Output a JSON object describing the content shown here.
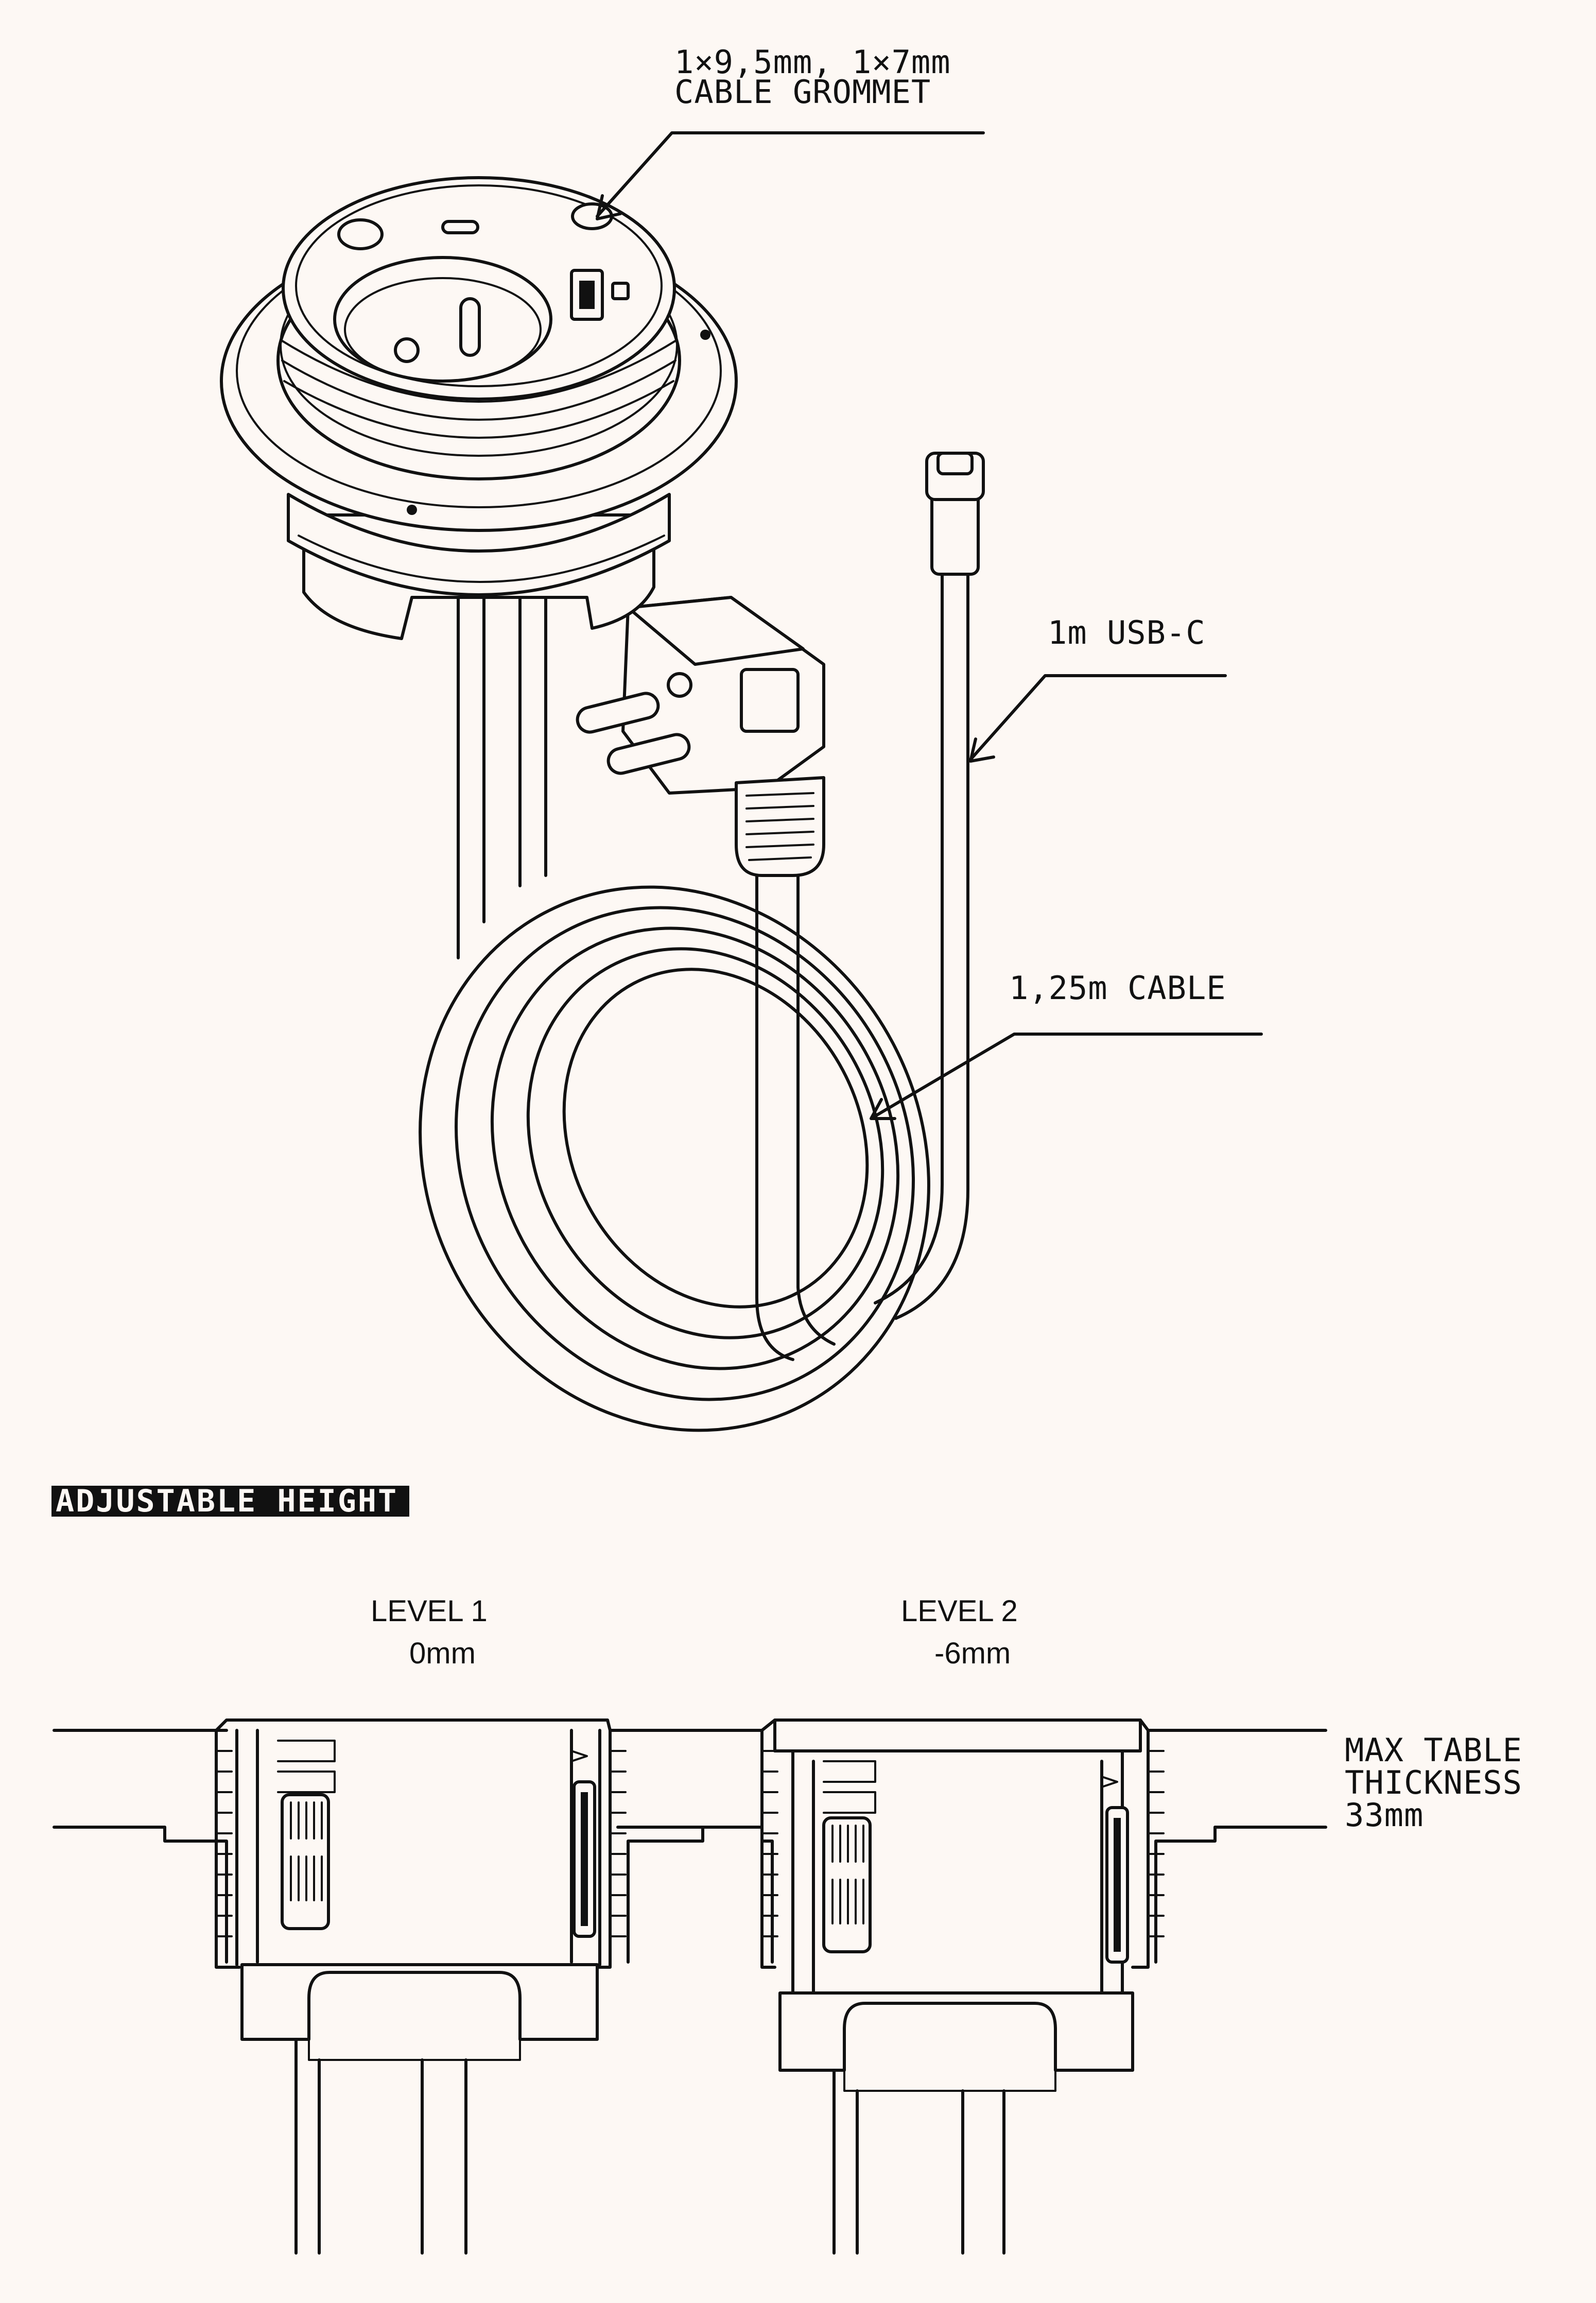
{
  "labels": {
    "grommet_line1": "1×9,5mm, 1×7mm",
    "grommet_line2": "CABLE GROMMET",
    "usb_c": "1m USB-C",
    "power_cable": "1,25m CABLE"
  },
  "section": {
    "title": "ADJUSTABLE HEIGHT"
  },
  "levels": [
    {
      "name": "LEVEL 1",
      "offset": "0mm"
    },
    {
      "name": "LEVEL 2",
      "offset": "-6mm"
    }
  ],
  "table_note": {
    "line1": "MAX TABLE",
    "line2": "THICKNESS",
    "line3": "33mm"
  },
  "colors": {
    "background": "#fdf8f4",
    "ink": "#111111"
  }
}
